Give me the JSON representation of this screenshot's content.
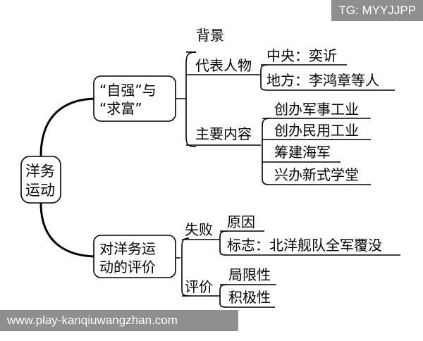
{
  "watermark_top": "TG: MYYJJPP",
  "watermark_bottom": "www.play-kanqiuwangzhan.com",
  "root": {
    "line1": "洋务",
    "line2": "运动"
  },
  "branch_top": {
    "line1": "“自强”与",
    "line2": "“求富”",
    "children": {
      "background": "背景",
      "representatives": {
        "label": "代表人物",
        "items": [
          "中央：奕䜣",
          "地方：李鸿章等人"
        ]
      },
      "content": {
        "label": "主要内容",
        "items": [
          "创办军事工业",
          "创办民用工业",
          "筹建海军",
          "兴办新式学堂"
        ]
      }
    }
  },
  "branch_bottom": {
    "line1": "对洋务运",
    "line2": "动的评价",
    "children": {
      "failure": {
        "label": "失败",
        "items": [
          "原因",
          "标志：北洋舰队全军覆没"
        ]
      },
      "evaluation": {
        "label": "评价",
        "items": [
          "局限性",
          "积极性"
        ]
      }
    }
  }
}
